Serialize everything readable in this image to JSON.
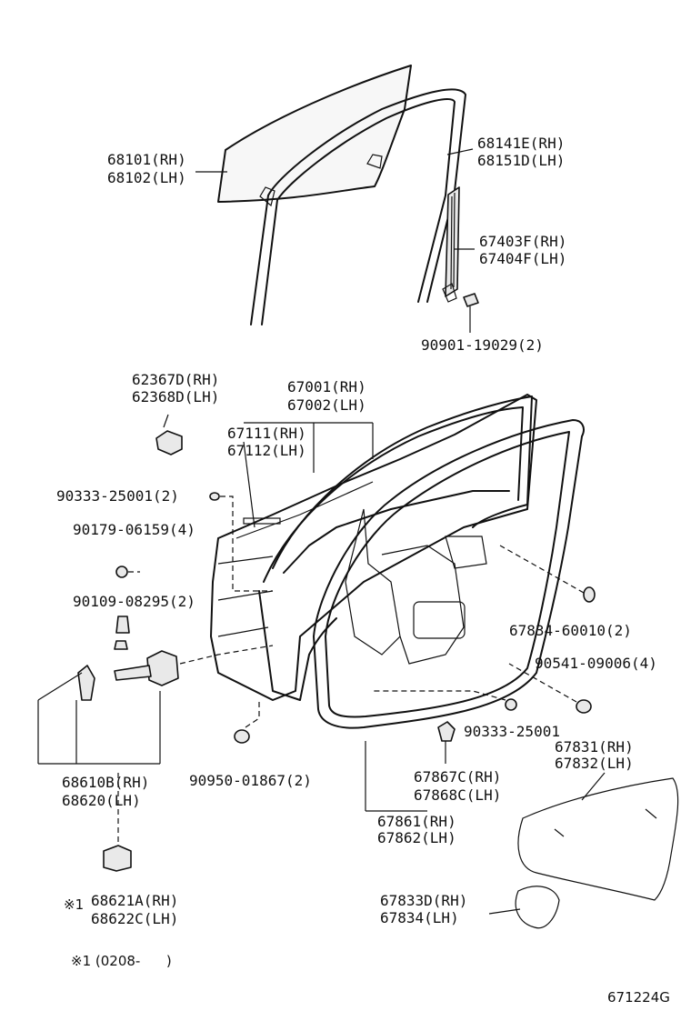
{
  "labels": {
    "glass": [
      "68101(RH)",
      "68102(LH)"
    ],
    "run": [
      "68141E(RH)",
      "68151D(LH)"
    ],
    "channel": [
      "67403F(RH)",
      "67404F(LH)"
    ],
    "bolt_top": "90901-19029(2)",
    "hinge_cover": [
      "62367D(RH)",
      "62368D(LH)"
    ],
    "door_panel": [
      "67001(RH)",
      "67002(LH)"
    ],
    "outer_panel": [
      "67111(RH)",
      "67112(LH)"
    ],
    "plug_a": "90333-25001(2)",
    "bolt_b": "90179-06159(4)",
    "bolt_c": "90109-08295(2)",
    "check_assy": [
      "68610B(RH)",
      "68620(LH)"
    ],
    "check_cover": [
      "68621A(RH)",
      "68622C(LH)"
    ],
    "cover_mark": "※1",
    "plug_b": "90950-01867(2)",
    "clip_a": [
      "67867C(RH)",
      "67868C(LH)"
    ],
    "weatherstrip": [
      "67861(RH)",
      "67862(LH)"
    ],
    "hole_plug": "67834-60010(2)",
    "plug_c": "90541-09006(4)",
    "plug_d": "90333-25001",
    "service_cover": [
      "67831(RH)",
      "67832(LH)"
    ],
    "small_cover": [
      "67833D(RH)",
      "67834(LH)"
    ],
    "footnote": "※1 (0208-      )",
    "code": "671224G"
  }
}
